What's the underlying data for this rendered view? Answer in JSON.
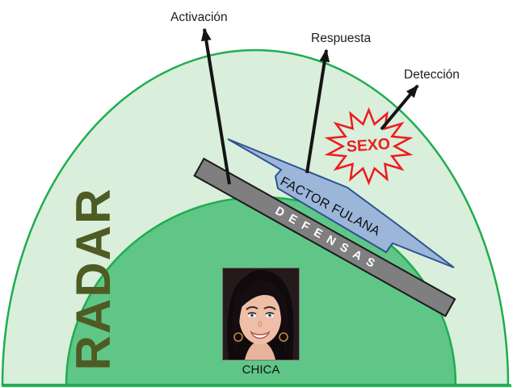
{
  "background": "#ffffff",
  "diagram": {
    "radar": {
      "label": "RADAR",
      "color": "#4e5b23"
    },
    "zones": {
      "outer_fill": "#d9eedb",
      "inner_fill": "#5fc687",
      "stroke": "#1fad4f"
    },
    "defenses_bar": {
      "label": "DEFENSAS",
      "fill": "#7f7f7f",
      "border": "#1b1b1b",
      "text_color": "#ffffff"
    },
    "factor_banner": {
      "label": "FACTOR FULANA",
      "fill": "#9cb6da",
      "border": "#2f5391",
      "text_color": "#0e0e0e"
    },
    "sexo_burst": {
      "label": "SEXO",
      "color": "#ee1b1b"
    },
    "girl": {
      "label": "CHICA"
    },
    "arrows": [
      {
        "label": "Activación"
      },
      {
        "label": "Respuesta"
      },
      {
        "label": "Detección"
      }
    ],
    "arrow_color": "#141414"
  }
}
